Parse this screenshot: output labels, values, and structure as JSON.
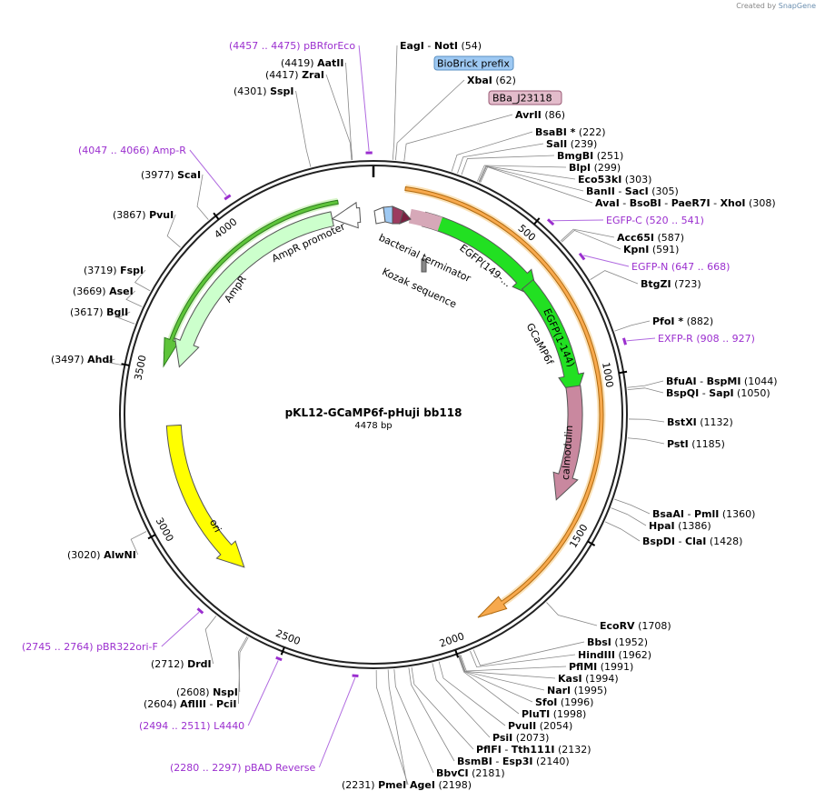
{
  "credit": {
    "created_by": "Created by",
    "brand": "SnapGene"
  },
  "plasmid": {
    "name": "pKL12-GCaMP6f-pHuji bb118",
    "length_label": "4478 bp",
    "length": 4478
  },
  "sites": [
    {
      "id": "eagi",
      "name": "EagI",
      "name2": "NotI",
      "pos": "54"
    },
    {
      "id": "xbai",
      "name": "XbaI",
      "pos": "62"
    },
    {
      "id": "avrii",
      "name": "AvrII",
      "pos": "86"
    },
    {
      "id": "bsabi",
      "name": "BsaBI *",
      "pos": "222"
    },
    {
      "id": "sali",
      "name": "SalI",
      "pos": "239"
    },
    {
      "id": "bmgbi",
      "name": "BmgBI",
      "pos": "251"
    },
    {
      "id": "blpi",
      "name": "BlpI",
      "pos": "299"
    },
    {
      "id": "eco53ki",
      "name": "Eco53kI",
      "pos": "303"
    },
    {
      "id": "banii",
      "name": "BanII",
      "name2": "SacI",
      "pos": "305"
    },
    {
      "id": "avai",
      "name": "AvaI",
      "name2": "BsoBI",
      "name3": "PaeR7I",
      "name4": "XhoI",
      "pos": "308"
    },
    {
      "id": "acc65i",
      "name": "Acc65I",
      "pos": "587"
    },
    {
      "id": "kpni",
      "name": "KpnI",
      "pos": "591"
    },
    {
      "id": "btgzi",
      "name": "BtgZI",
      "pos": "723"
    },
    {
      "id": "pfoi",
      "name": "PfoI *",
      "pos": "882"
    },
    {
      "id": "bfuai",
      "name": "BfuAI",
      "name2": "BspMI",
      "pos": "1044"
    },
    {
      "id": "bspqi",
      "name": "BspQI",
      "name2": "SapI",
      "pos": "1050"
    },
    {
      "id": "bstxi",
      "name": "BstXI",
      "pos": "1132"
    },
    {
      "id": "psti",
      "name": "PstI",
      "pos": "1185"
    },
    {
      "id": "bsaai",
      "name": "BsaAI",
      "name2": "PmlI",
      "pos": "1360"
    },
    {
      "id": "hpai",
      "name": "HpaI",
      "pos": "1386"
    },
    {
      "id": "bspdi",
      "name": "BspDI",
      "name2": "ClaI",
      "pos": "1428"
    },
    {
      "id": "ecorv",
      "name": "EcoRV",
      "pos": "1708"
    },
    {
      "id": "bbsi",
      "name": "BbsI",
      "pos": "1952"
    },
    {
      "id": "hindiii",
      "name": "HindIII",
      "pos": "1962"
    },
    {
      "id": "pflmi",
      "name": "PflMI",
      "pos": "1991"
    },
    {
      "id": "kasi",
      "name": "KasI",
      "pos": "1994"
    },
    {
      "id": "nari",
      "name": "NarI",
      "pos": "1995"
    },
    {
      "id": "sfoi",
      "name": "SfoI",
      "pos": "1996"
    },
    {
      "id": "pluti",
      "name": "PluTI",
      "pos": "1998"
    },
    {
      "id": "pvuii",
      "name": "PvuII",
      "pos": "2054"
    },
    {
      "id": "psii",
      "name": "PsiI",
      "pos": "2073"
    },
    {
      "id": "pflfi",
      "name": "PflFI",
      "name2": "Tth111I",
      "pos": "2132"
    },
    {
      "id": "bsmbi",
      "name": "BsmBI",
      "name2": "Esp3I",
      "pos": "2140"
    },
    {
      "id": "bbvci",
      "name": "BbvCI",
      "pos": "2181"
    },
    {
      "id": "agei",
      "name": "AgeI",
      "pos": "2198"
    },
    {
      "id": "pmei",
      "name": "PmeI",
      "pos": "2231"
    },
    {
      "id": "nspi",
      "name": "NspI",
      "pos": "2608"
    },
    {
      "id": "afliii",
      "name": "AflIII",
      "name2": "PciI",
      "pos": "2604"
    },
    {
      "id": "drdi",
      "name": "DrdI",
      "pos": "2712"
    },
    {
      "id": "alwni",
      "name": "AlwNI",
      "pos": "3020"
    },
    {
      "id": "ahdi",
      "name": "AhdI",
      "pos": "3497"
    },
    {
      "id": "bgli",
      "name": "BglI",
      "pos": "3617"
    },
    {
      "id": "asei",
      "name": "AseI",
      "pos": "3669"
    },
    {
      "id": "fspi",
      "name": "FspI",
      "pos": "3719"
    },
    {
      "id": "pvui",
      "name": "PvuI",
      "pos": "3867"
    },
    {
      "id": "scai",
      "name": "ScaI",
      "pos": "3977"
    },
    {
      "id": "sspi",
      "name": "SspI",
      "pos": "4301"
    },
    {
      "id": "zrai",
      "name": "ZraI",
      "pos": "4417"
    },
    {
      "id": "aatii",
      "name": "AatII",
      "pos": "4419"
    }
  ],
  "primers": [
    {
      "id": "pbrforeco",
      "name": "pBRforEco",
      "range": "(4457 .. 4475)",
      "start": 4457,
      "end": 4475
    },
    {
      "id": "egfp-c",
      "name": "EGFP-C",
      "range": "(520 .. 541)",
      "start": 520,
      "end": 541
    },
    {
      "id": "egfp-n",
      "name": "EGFP-N",
      "range": "(647 .. 668)",
      "start": 647,
      "end": 668
    },
    {
      "id": "exfp-r",
      "name": "EXFP-R",
      "range": "(908 .. 927)",
      "start": 908,
      "end": 927
    },
    {
      "id": "amp-r",
      "name": "Amp-R",
      "range": "(4047 .. 4066)",
      "start": 4047,
      "end": 4066
    },
    {
      "id": "pbr322ori-f",
      "name": "pBR322ori-F",
      "range": "(2745 .. 2764)",
      "start": 2745,
      "end": 2764
    },
    {
      "id": "l4440",
      "name": "L4440",
      "range": "(2494 .. 2511)",
      "start": 2494,
      "end": 2511
    },
    {
      "id": "pbad-reverse",
      "name": "pBAD Reverse",
      "range": "(2280 .. 2297)",
      "start": 2280,
      "end": 2297
    }
  ],
  "features": [
    {
      "id": "biobrick-prefix",
      "label": "BioBrick prefix",
      "color": "#9ec9f3"
    },
    {
      "id": "bba-j23118",
      "label": "BBa_J23118",
      "color": "#d6a8b8"
    },
    {
      "id": "bacterial-terminator",
      "label": "bacterial terminator"
    },
    {
      "id": "kozak",
      "label": "Kozak sequence"
    },
    {
      "id": "gcamp6f",
      "label": "GCaMP6f",
      "start": 100,
      "end": 1900,
      "color": "#f7a94d"
    },
    {
      "id": "egfp-149",
      "label": "EGFP(149-...",
      "start": 180,
      "end": 620,
      "color": "#22e022"
    },
    {
      "id": "egfp-1-144",
      "label": "EGFP(1-144)",
      "start": 620,
      "end": 1010,
      "color": "#22e022"
    },
    {
      "id": "calmodulin",
      "label": "calmodulin",
      "start": 1020,
      "end": 1430,
      "color": "#c9889f"
    },
    {
      "id": "ampr",
      "label": "AmpR",
      "start": 4330,
      "end": 3530,
      "color": "#ccffcc"
    },
    {
      "id": "ampr-promoter",
      "label": "AmpR promoter",
      "start": 4430,
      "end": 4330,
      "color": "#ffffff"
    },
    {
      "id": "ori",
      "label": "ori",
      "start": 3320,
      "end": 2740,
      "color": "#ffff00"
    },
    {
      "id": "ampr-outer",
      "start": 4360,
      "end": 3520,
      "color": "#5ec43a"
    }
  ],
  "ticks": [
    "500",
    "1000",
    "1500",
    "2000",
    "2500",
    "3000",
    "3500",
    "4000"
  ]
}
